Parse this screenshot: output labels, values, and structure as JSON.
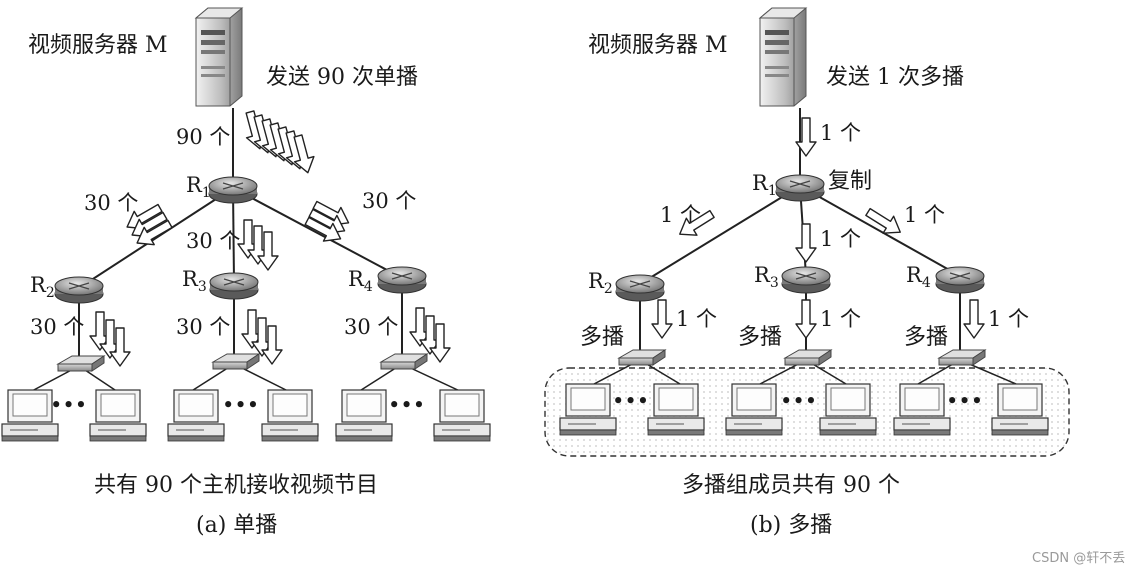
{
  "left": {
    "server_label": "视频服务器 M",
    "send_label": "发送 90 次单播",
    "count_server": "90 个",
    "router_r1": {
      "main": "R",
      "sub": "1"
    },
    "router_r2": {
      "main": "R",
      "sub": "2"
    },
    "router_r3": {
      "main": "R",
      "sub": "3"
    },
    "router_r4": {
      "main": "R",
      "sub": "4"
    },
    "count_to_r2": "30 个",
    "count_to_r3": "30 个",
    "count_to_r4": "30 个",
    "count_r2_down": "30 个",
    "count_r3_down": "30 个",
    "count_r4_down": "30 个",
    "summary": "共有 90 个主机接收视频节目",
    "caption": "(a) 单播"
  },
  "right": {
    "server_label": "视频服务器 M",
    "send_label": "发送 1 次多播",
    "count_server": "1 个",
    "copy_label": "复制",
    "router_r1": {
      "main": "R",
      "sub": "1"
    },
    "router_r2": {
      "main": "R",
      "sub": "2"
    },
    "router_r3": {
      "main": "R",
      "sub": "3"
    },
    "router_r4": {
      "main": "R",
      "sub": "4"
    },
    "count_to_r2": "1 个",
    "count_to_r3": "1 个",
    "count_to_r4": "1 个",
    "count_r2_down": "1 个",
    "count_r3_down": "1 个",
    "count_r4_down": "1 个",
    "multicast_r2": "多播",
    "multicast_r3": "多播",
    "multicast_r4": "多播",
    "ellipsis": "•••",
    "summary": "多播组成员共有 90 个",
    "caption": "(b) 多播"
  },
  "watermark": "CSDN @轩不丢"
}
